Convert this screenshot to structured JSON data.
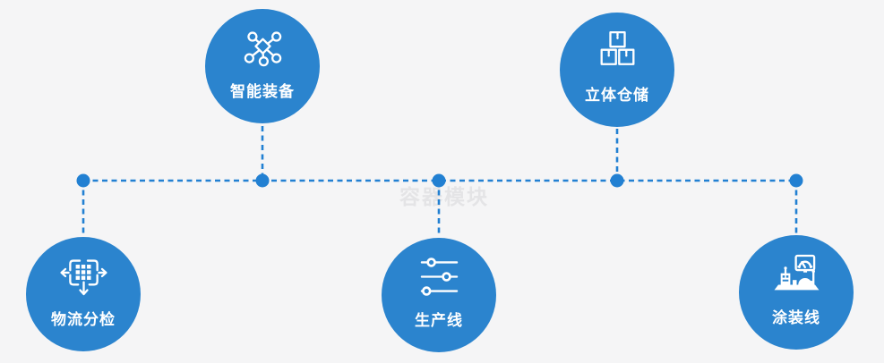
{
  "watermark": "容器模块",
  "colors": {
    "background": "#f5f5f6",
    "node_fill": "#2b84ce",
    "connector": "#2280d2",
    "label_text": "#ffffff",
    "watermark_text": "#e4e4e6"
  },
  "nodes": [
    {
      "label": "智能装备",
      "icon": "network-nodes-icon"
    },
    {
      "label": "立体仓储",
      "icon": "stacked-boxes-icon"
    },
    {
      "label": "物流分检",
      "icon": "distribute-arrows-icon"
    },
    {
      "label": "生产线",
      "icon": "sliders-icon"
    },
    {
      "label": "涂装线",
      "icon": "control-console-icon"
    }
  ]
}
